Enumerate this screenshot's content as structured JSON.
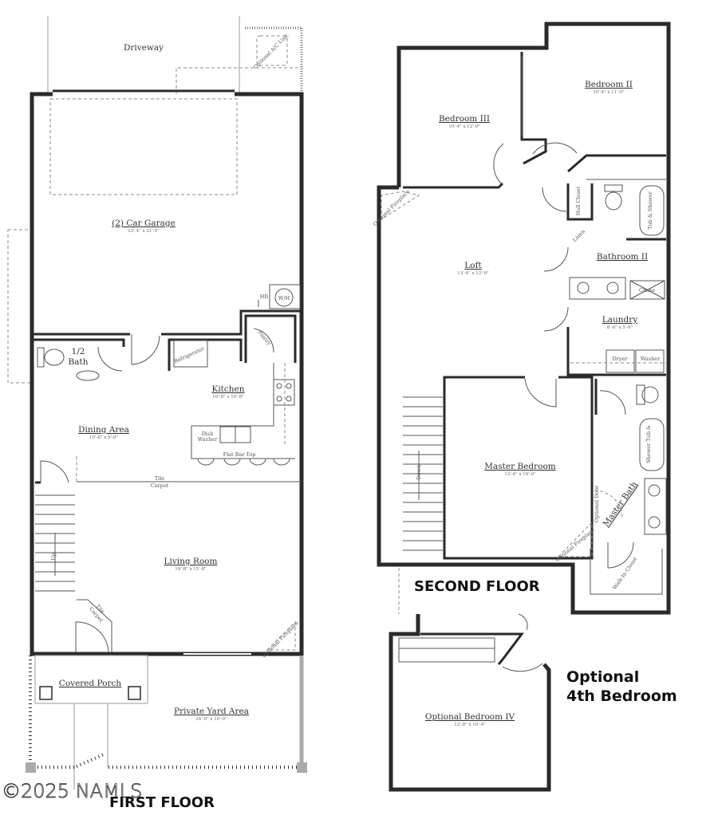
{
  "first_floor": {
    "title": "FIRST FLOOR",
    "driveway": "Driveway",
    "ac_unit": "Optional A/C Unit",
    "garage": {
      "name": "(2) Car Garage",
      "dims": "23'-4\" x 21'-0\""
    },
    "hose_bib": "HB",
    "water_heater": "W/H",
    "half_bath": {
      "line1": "1/2",
      "line2": "Bath"
    },
    "refrigerator": "Refrigerator",
    "pantry": "Pantry",
    "kitchen": {
      "name": "Kitchen",
      "dims": "10'-8\" x 10'-8\""
    },
    "dining": {
      "name": "Dining Area",
      "dims": "10'-8\" x 9'-0\""
    },
    "dish_washer": {
      "line1": "Dish",
      "line2": "Washer"
    },
    "flat_bar_top": "Flat Bar Top",
    "tile": "Tile",
    "carpet": "Carpet",
    "stairs_up": "Up",
    "living": {
      "name": "Living Room",
      "dims": "19'-8\" x 15'-8\""
    },
    "fireplace": "Optional Fireplace",
    "porch": "Covered Porch",
    "yard": {
      "name": "Private Yard Area",
      "dims": "24'-0\" x 10'-0\""
    }
  },
  "second_floor": {
    "title": "SECOND FLOOR",
    "bedroom3": {
      "name": "Bedroom III",
      "dims": "10'-4\" x 12'-0\""
    },
    "bedroom2": {
      "name": "Bedroom II",
      "dims": "10'-4\" x 11'-0\""
    },
    "loft": {
      "name": "Loft",
      "dims": "13'-4\" x 12'-0\""
    },
    "loft_fireplace": "Optional Fireplace",
    "hall_closet": "Hall Closet",
    "linen": "Linen",
    "tub_shower": "Tub & Shower",
    "bathroom2": "Bathroom II",
    "chase": "Chase",
    "laundry": {
      "name": "Laundry",
      "dims": "8'-6\" x 5'-6\""
    },
    "dryer": "Dryer",
    "washer": "Washer",
    "master": {
      "name": "Master Bedroom",
      "dims": "13'-4\" x 16'-0\""
    },
    "master_bath": "Master Bath",
    "shower_tub": "Shower Tub &",
    "optional_door": "Optional Door",
    "walk_in_closet": "Walk-In Closet",
    "stairs_down": "Down",
    "master_fireplace": "Optional Fireplace"
  },
  "optional": {
    "title_line1": "Optional",
    "title_line2": "4th Bedroom",
    "bedroom4": {
      "name": "Optional Bedroom IV",
      "dims": "12'-8\" x 10'-4\""
    }
  },
  "watermark": "©2025 NAMLS"
}
